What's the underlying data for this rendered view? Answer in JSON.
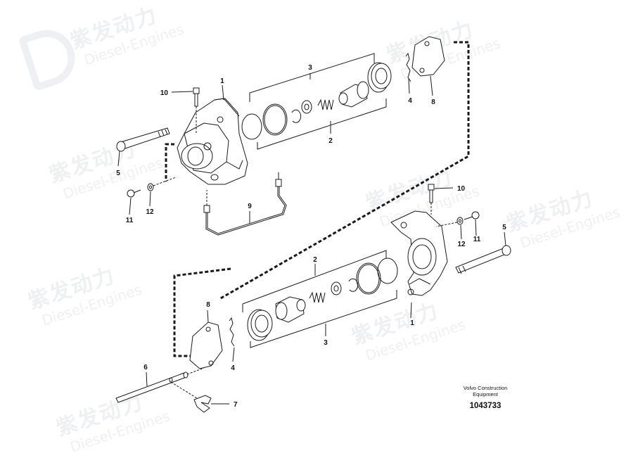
{
  "watermark": {
    "brand_cn": "紫发动力",
    "brand_en": "Diesel-Engines"
  },
  "callouts": {
    "top": {
      "1": "1",
      "2": "2",
      "3": "3",
      "4": "4",
      "5": "5",
      "8": "8",
      "9": "9",
      "10": "10",
      "11": "11",
      "12": "12"
    },
    "bottom": {
      "1": "1",
      "2": "2",
      "3": "3",
      "4": "4",
      "5": "5",
      "6": "6",
      "7": "7",
      "8": "8",
      "10": "10",
      "11": "11",
      "12": "12"
    }
  },
  "footer": {
    "org_line1": "Volvo Construction",
    "org_line2": "Equipment",
    "drawing_number": "1043733"
  },
  "colors": {
    "line": "#1a1a1a",
    "watermark": "#eef0f3"
  }
}
